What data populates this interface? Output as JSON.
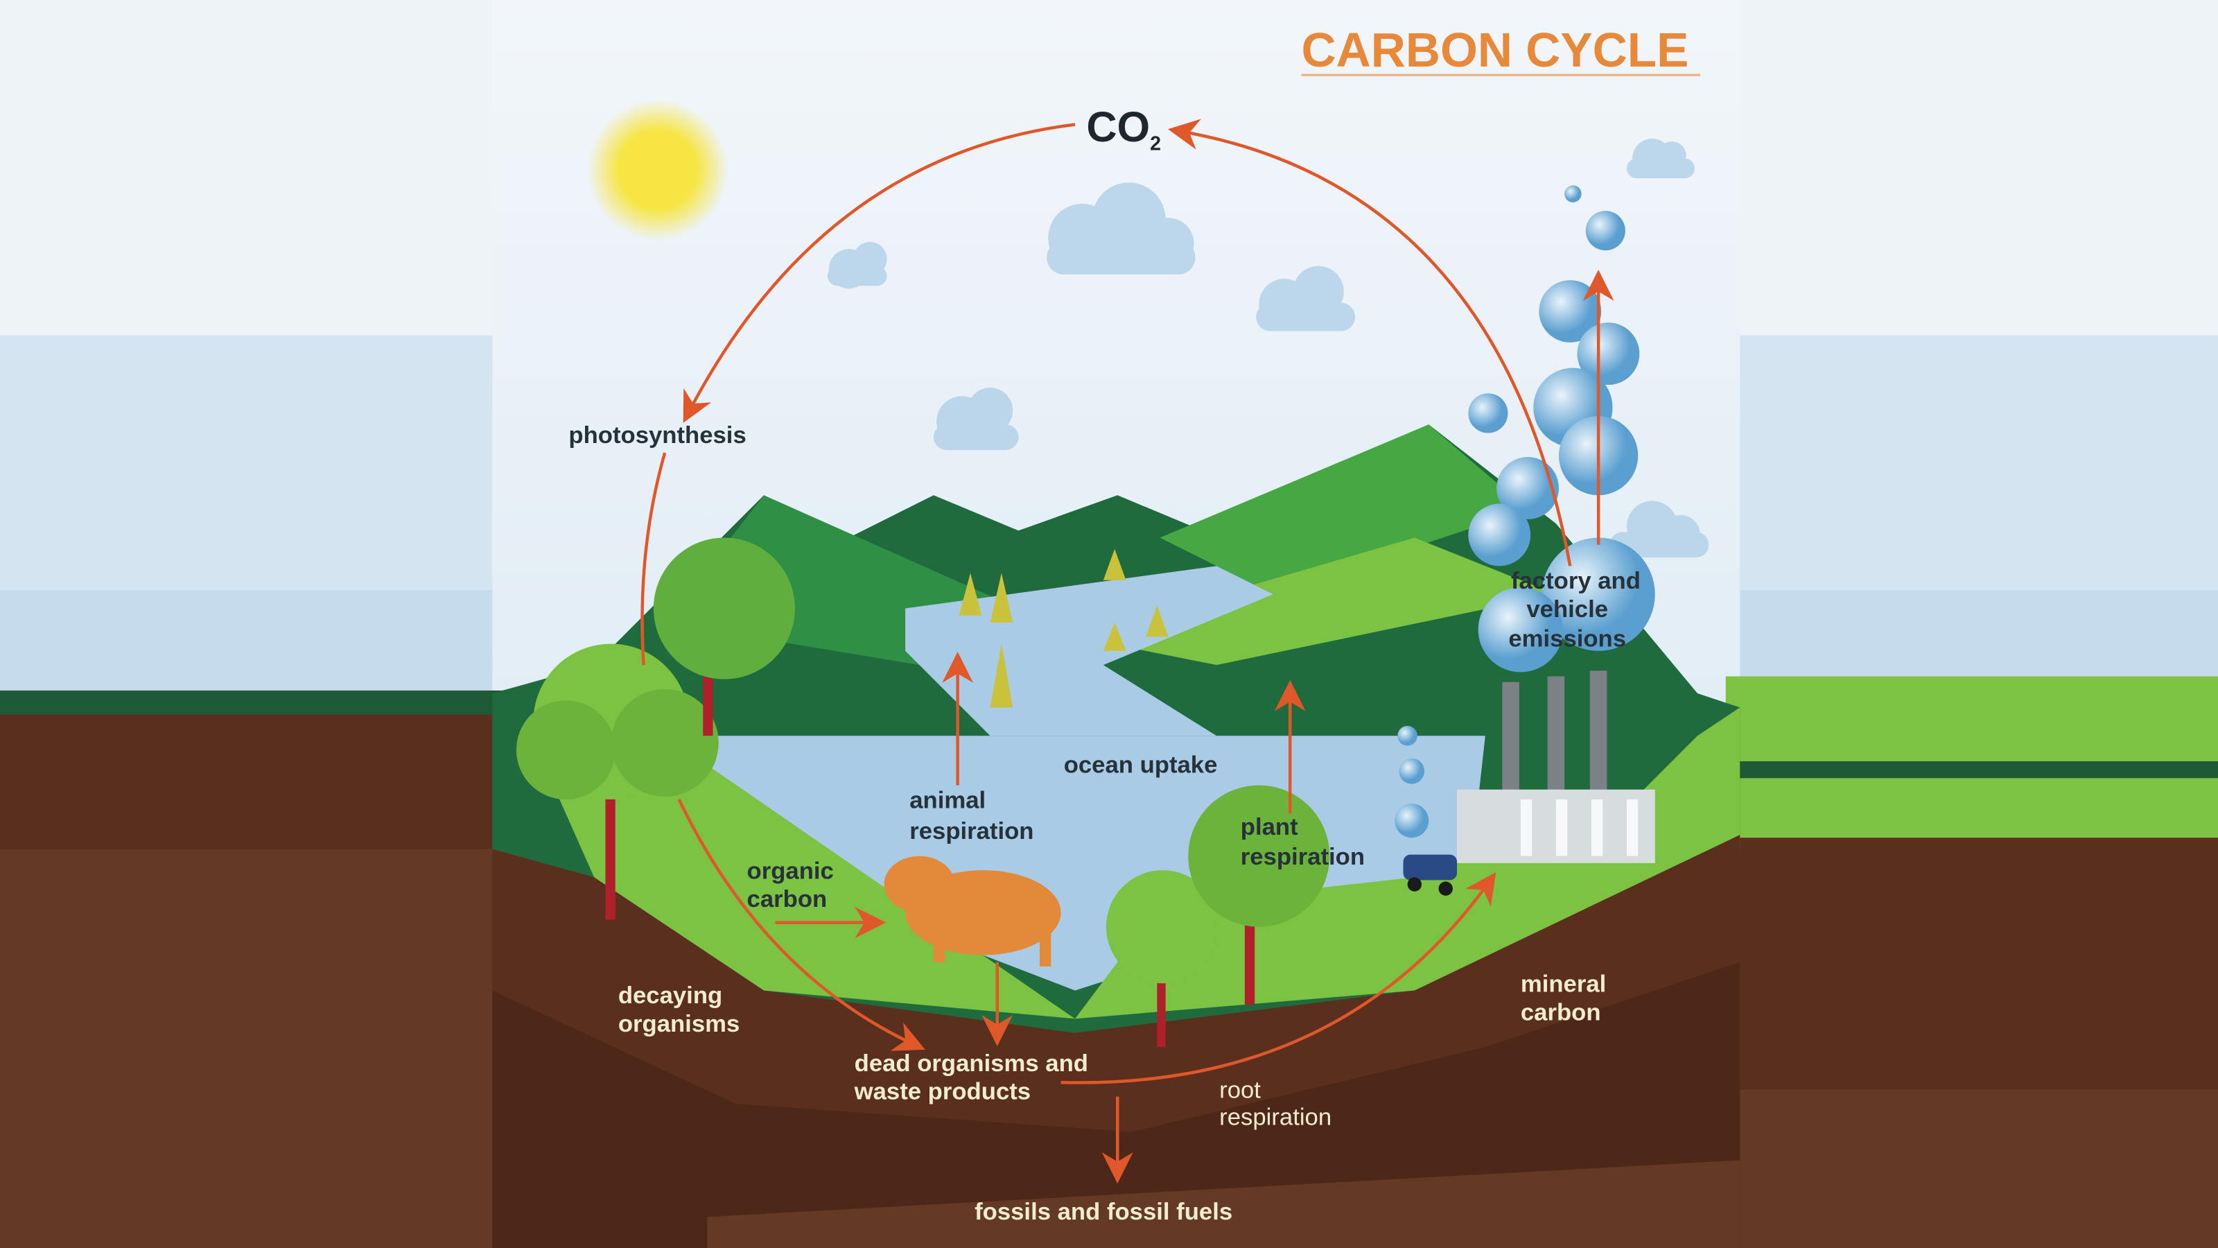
{
  "title": "CARBON CYCLE",
  "co2": {
    "main": "CO",
    "sub": "2"
  },
  "labels": {
    "photosynthesis": "photosynthesis",
    "emissions": [
      "factory and",
      "vehicle",
      "emissions"
    ],
    "ocean_uptake": "ocean uptake",
    "animal_respiration": [
      "animal",
      "respiration"
    ],
    "plant_respiration": [
      "plant",
      "respiration"
    ],
    "organic_carbon": [
      "organic",
      "carbon"
    ],
    "decaying_organisms": [
      "decaying",
      "organisms"
    ],
    "dead_organisms": [
      "dead organisms and",
      "waste products"
    ],
    "root_respiration": [
      "root",
      "respiration"
    ],
    "mineral_carbon": [
      "mineral",
      "carbon"
    ],
    "fossils": "fossils and fossil fuels"
  },
  "colors": {
    "title": "#e8893a",
    "arrow": "#e0582a",
    "soil": "#5a2f1e",
    "grass": "#7cc243",
    "forest": "#1f6b3e",
    "water": "#a9cbe6"
  }
}
